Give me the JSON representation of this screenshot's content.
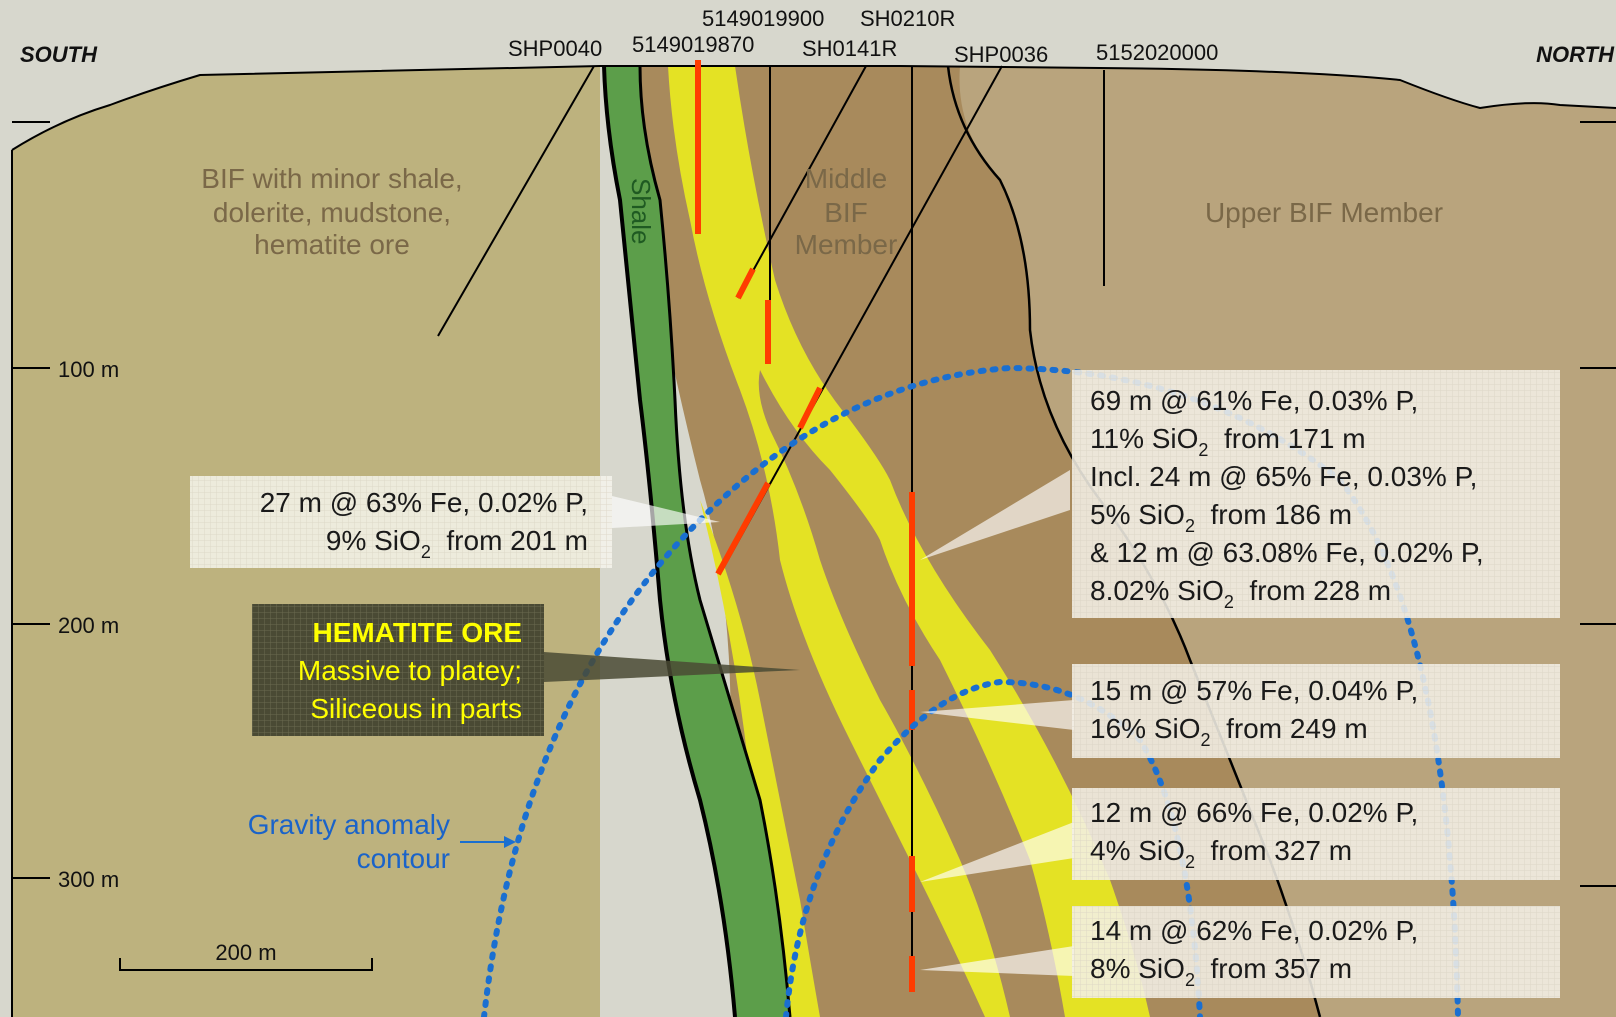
{
  "header": {
    "south": "SOUTH",
    "north": "NORTH"
  },
  "drillholes": {
    "shp0040": "SHP0040",
    "h5149019870": "5149019870",
    "h5149019900": "5149019900",
    "sh0141r": "SH0141R",
    "sh0210r": "SH0210R",
    "shp0036": "SHP0036",
    "h5152020000": "5152020000"
  },
  "units": {
    "bif_left": [
      "BIF with minor shale,",
      "dolerite, mudstone,",
      "hematite ore"
    ],
    "middle_bif": [
      "Middle",
      "BIF",
      "Member"
    ],
    "upper_bif": "Upper BIF Member",
    "shale": "Shale"
  },
  "depth_scale": {
    "d100": "100 m",
    "d200": "200 m",
    "d300": "300 m"
  },
  "scale_bar": "200 m",
  "gravity": [
    "Gravity anomaly",
    "contour"
  ],
  "hematite": {
    "title": "HEMATITE ORE",
    "line1": "Massive to platey;",
    "line2": "Siliceous in parts"
  },
  "intercepts": {
    "left": {
      "line1": "27 m @ 63% Fe, 0.02% P,",
      "line2_pre": "9% SiO",
      "line2_sub": "2",
      "line2_post": "  from 201 m"
    },
    "box1": {
      "l1": "69 m @ 61% Fe, 0.03% P,",
      "l2_pre": "11% SiO",
      "l2_sub": "2",
      "l2_post": "  from 171 m",
      "l3": "Incl. 24 m @ 65% Fe, 0.03% P,",
      "l4_pre": "5% SiO",
      "l4_sub": "2",
      "l4_post": "  from 186 m",
      "l5": "& 12 m @ 63.08% Fe, 0.02% P,",
      "l6_pre": "8.02% SiO",
      "l6_sub": "2",
      "l6_post": "  from 228 m"
    },
    "box2": {
      "l1": "15 m @ 57% Fe, 0.04% P,",
      "l2_pre": "16% SiO",
      "l2_sub": "2",
      "l2_post": "  from 249 m"
    },
    "box3": {
      "l1": "12 m @ 66% Fe, 0.02% P,",
      "l2_pre": "4% SiO",
      "l2_sub": "2",
      "l2_post": "  from 327 m"
    },
    "box4": {
      "l1": "14 m @ 62% Fe, 0.02% P,",
      "l2_pre": "8% SiO",
      "l2_sub": "2",
      "l2_post": "  from 357 m"
    }
  },
  "colors": {
    "sky": "#d7d7cd",
    "bif_left": "#bdb27e",
    "middle_bif": "#a88a5c",
    "upper_bif": "#b9a47d",
    "shale": "#5c9e4a",
    "ore": "#e4e224",
    "red_intercept": "#ff3c00",
    "gravity_blue": "#1a6fd1"
  }
}
